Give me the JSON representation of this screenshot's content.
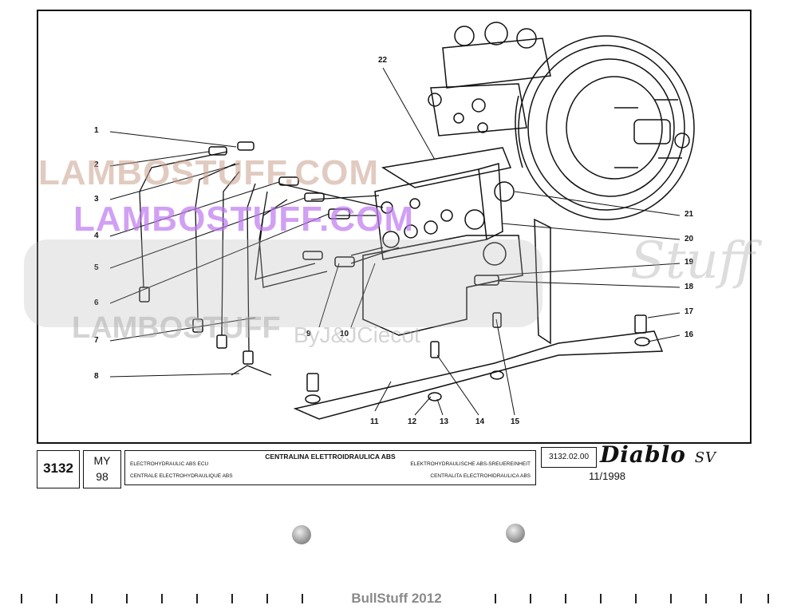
{
  "callouts": [
    "1",
    "2",
    "3",
    "4",
    "5",
    "6",
    "7",
    "8",
    "9",
    "10",
    "11",
    "12",
    "13",
    "14",
    "15",
    "16",
    "17",
    "18",
    "19",
    "20",
    "21",
    "22"
  ],
  "watermarks": {
    "line1": "LAMBOSTUFF.COM",
    "line2": "LAMBOSTUFF.COM",
    "line3": "LAMBOSTUFF",
    "line4": "ByJ&JCiecot",
    "script": "Stuff"
  },
  "title_block": {
    "group": "3132",
    "my_label": "MY",
    "my_year": "98",
    "title_it": "CENTRALINA ELETTROIDRAULICA ABS",
    "title_en": "ELECTROHYDRAULIC ABS ECU",
    "title_fr": "CENTRALE ELECTROHYDRAULIQUE ABS",
    "title_de": "ELEKTROHYDRAULISCHE ABS-SREUEREINHEIT",
    "title_es": "CENTRALITA ELECTROHIDRAULICA ABS",
    "drawing_no": "3132.02.00",
    "date": "11/1998",
    "logo_text": "Diablo",
    "logo_suffix": "SV"
  },
  "footer": "BullStuff 2012"
}
